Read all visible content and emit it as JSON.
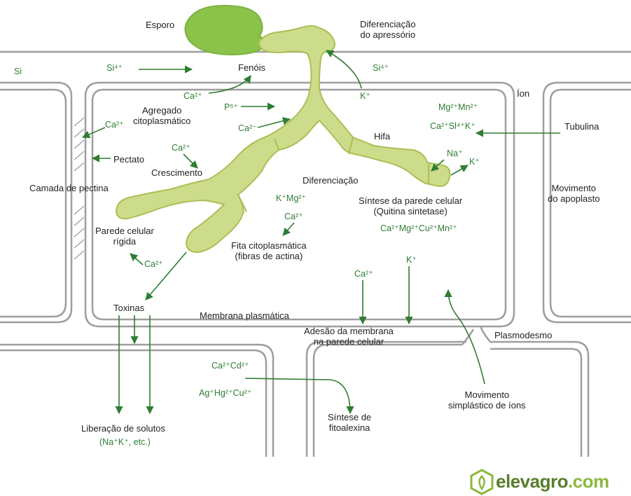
{
  "labels": {
    "esporo": "Esporo",
    "diferenciacao_apressorio_1": "Diferenciação",
    "diferenciacao_apressorio_2": "do apressório",
    "fenois": "Fenóis",
    "ion": "Íon",
    "agregado_1": "Agregado",
    "agregado_2": "citoplasmático",
    "tubulina": "Tubulina",
    "hifa": "Hifa",
    "pectato": "Pectato",
    "crescimento": "Crescimento",
    "camada_pectina": "Camada de pectina",
    "diferenciacao": "Diferenciação",
    "sintese_parede_1": "Síntese da parede celular",
    "sintese_parede_2": "(Quitina sintetase)",
    "movimento_apoplasto_1": "Movimento",
    "movimento_apoplasto_2": "do apoplasto",
    "parede_rigida_1": "Parede celular",
    "parede_rigida_2": "rígida",
    "fita_1": "Fita citoplasmática",
    "fita_2": "(fibras de actina)",
    "toxinas": "Toxinas",
    "membrana": "Membrana plasmática",
    "adesao_1": "Adesão da membrana",
    "adesao_2": "na parede celular",
    "plasmodesmo": "Plasmodesmo",
    "movimento_simplastico_1": "Movimento",
    "movimento_simplastico_2": "simplástico de íons",
    "sintese_fito_1": "Síntese de",
    "sintese_fito_2": "fitoalexina",
    "liberacao": "Liberação de solutos"
  },
  "ions": {
    "si_left": "Si",
    "si4_left": "Si⁴⁺",
    "si4_right": "Si⁴⁺",
    "ca_fenois": "Ca²⁺",
    "k_top": "K⁺",
    "mg_mn": "Mg²⁺Mn²⁺",
    "p5": "P⁵⁺",
    "ca_sil_k": "Ca²⁺Sl⁴⁺K⁺",
    "ca_agregado": "Ca²⁻",
    "ca_pectina": "Ca²⁺",
    "ca_crescimento": "Ca²⁺",
    "na": "Na⁺",
    "k_hifa": "K⁺",
    "k_mg": "K⁺Mg²⁺",
    "ca_fita": "Ca²⁺",
    "ca_mg_cu_mn": "Ca²⁺Mg²⁺Cu²⁺Mn²⁺",
    "ca_rigida": "Ca²⁺",
    "ca_adesao": "Ca²⁺",
    "k_adesao": "K⁺",
    "ca_cd": "Ca²⁺Cd²⁺",
    "ag_hg_cu": "Ag⁺Hg²⁺Cu²⁺",
    "na_k_etc": "(Na⁺K⁺, etc.)"
  },
  "logo": {
    "text_main": "elevagro",
    "text_suffix": ".com"
  },
  "colors": {
    "fungus_fill": "#cddc8a",
    "fungus_stroke": "#a9bf55",
    "spore_fill": "#8bc34a",
    "arrow": "#2e7d32",
    "wall": "#9e9e9e",
    "logo_green": "#5a7d2c"
  }
}
